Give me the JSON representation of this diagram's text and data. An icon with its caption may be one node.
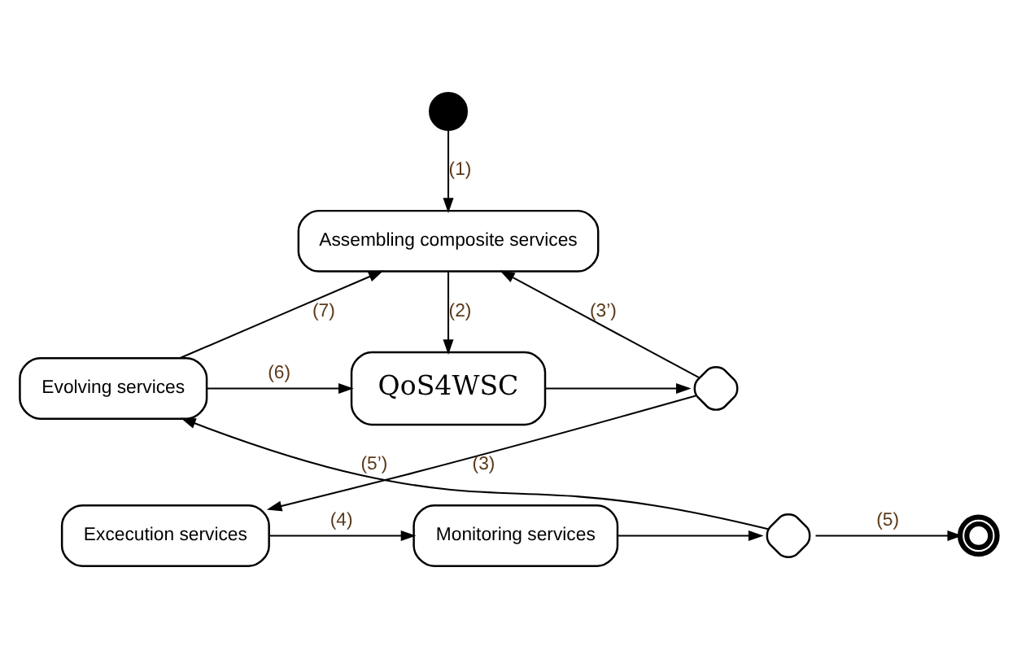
{
  "diagram": {
    "nodes": [
      {
        "text": [],
        "shape": "circle"
      },
      {
        "text": [
          "Assembling composite services"
        ]
      },
      {
        "text": [
          "QoS4WSC"
        ]
      },
      {
        "text": [],
        "shape": "diamond"
      },
      {
        "text": [
          "Excecution services"
        ]
      },
      {
        "text": [
          "Monitoring services"
        ]
      },
      {
        "text": [],
        "shape": "diamond"
      },
      {
        "text": [],
        "shape": "circle"
      },
      {
        "text": [
          "Evolving services"
        ]
      }
    ],
    "edges": [
      {
        "from": 0,
        "to": 1,
        "arrow": "to",
        "label": "(1)"
      },
      {
        "from": 1,
        "to": 2,
        "arrow": "to",
        "label": "(2)"
      },
      {
        "from": 2,
        "to": 3,
        "arrow": "to"
      },
      {
        "from": 3,
        "to": 1,
        "arrow": "to",
        "label": "(3’)"
      },
      {
        "from": 3,
        "to": 4,
        "arrow": "to",
        "label": "(3)"
      },
      {
        "from": 4,
        "to": 5,
        "arrow": "to",
        "label": "(4)"
      },
      {
        "from": 5,
        "to": 6,
        "arrow": "to"
      },
      {
        "from": 6,
        "to": 7,
        "arrow": "to",
        "label": "(5)"
      },
      {
        "from": 6,
        "to": 8,
        "arrow": "to",
        "label": "(5’)"
      },
      {
        "from": 8,
        "to": 2,
        "arrow": "to",
        "label": "(6)"
      },
      {
        "from": 8,
        "to": 1,
        "arrow": "to",
        "label": "(7)"
      }
    ]
  }
}
